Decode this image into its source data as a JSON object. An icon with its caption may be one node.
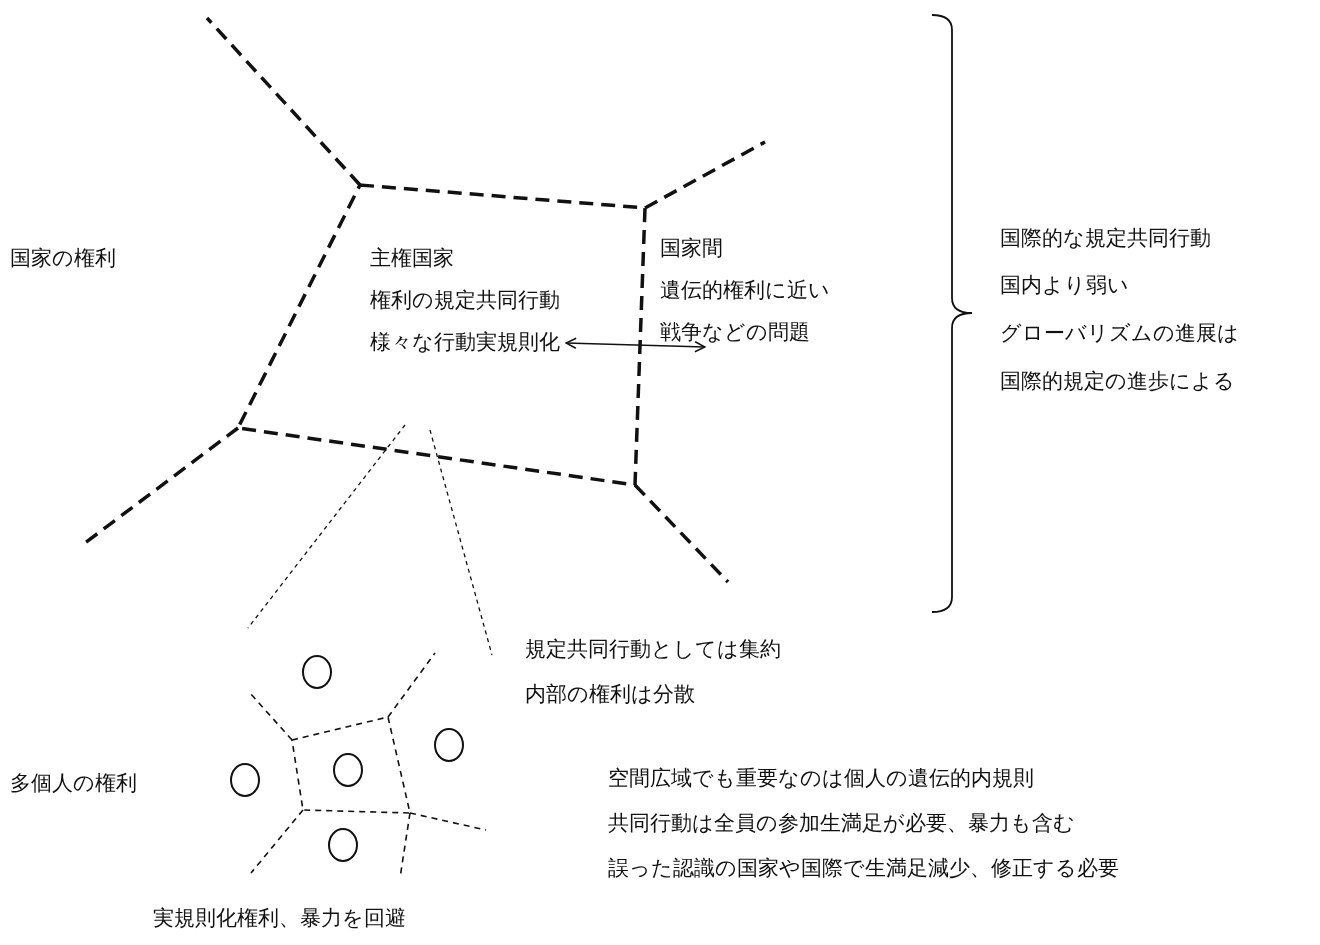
{
  "diagram": {
    "nodes": [
      {
        "text": [
          "主権国家",
          "権利の規定共同行動",
          "様々な行動実規則化"
        ]
      },
      {
        "text": [
          "国家間",
          "遺伝的権利に近い",
          "戦争などの問題"
        ]
      },
      {
        "text": [],
        "shape": "circle"
      },
      {
        "text": [],
        "shape": "circle"
      },
      {
        "text": [],
        "shape": "circle"
      },
      {
        "text": [],
        "shape": "circle"
      },
      {
        "text": [],
        "shape": "circle"
      }
    ],
    "edges": [
      {
        "from": 0,
        "to": 1,
        "arrow": "both"
      }
    ],
    "labels": [
      "国際的な規定共同行動",
      "国内より弱い",
      "グローバリズムの進展は",
      "国際的規定の進歩による",
      "国家の権利",
      "規定共同行動としては集約",
      "内部の権利は分散",
      "多個人の権利",
      "空間広域でも重要なのは個人の遺伝的内規則",
      "共同行動は全員の参加生満足が必要、暴力も含む",
      "誤った認識の国家や国際で生満足減少、修正する必要",
      "実規則化権利、暴力を回避"
    ]
  }
}
